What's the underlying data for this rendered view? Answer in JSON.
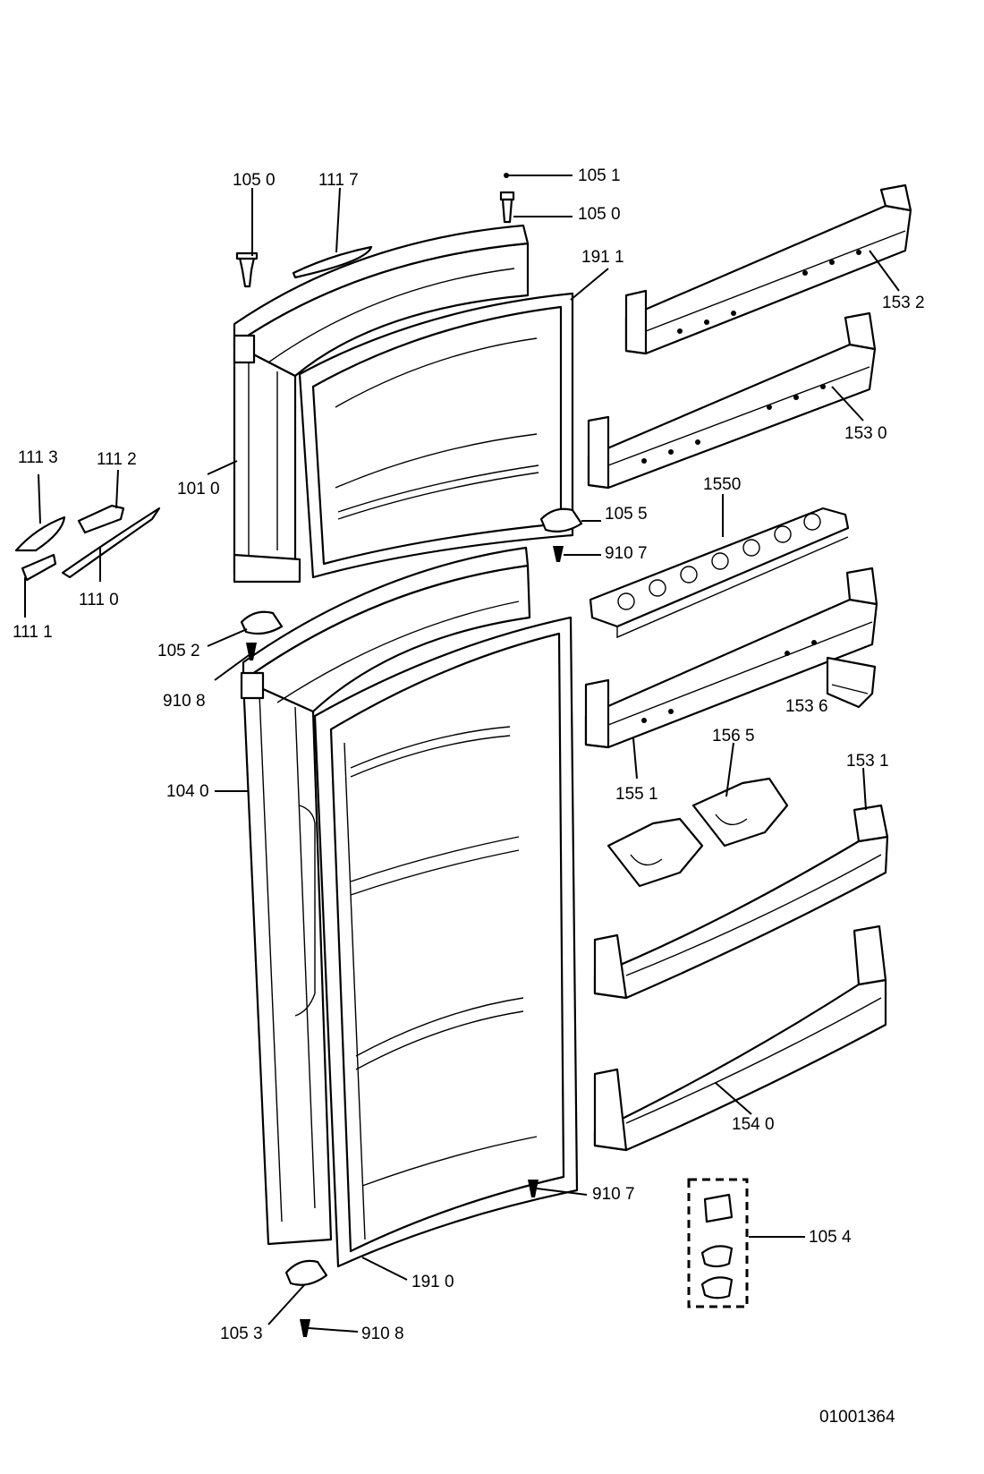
{
  "diagram": {
    "doc_number": "01001364",
    "labels": {
      "l_1050_top": "105 0",
      "l_1117": "111 7",
      "l_1051": "105 1",
      "l_1050_right": "105 0",
      "l_1911": "191 1",
      "l_1532": "153 2",
      "l_1530": "153 0",
      "l_1113": "111 3",
      "l_1112": "111 2",
      "l_1010": "101 0",
      "l_1110": "111 0",
      "l_1111": "111 1",
      "l_1550": "1550",
      "l_1055": "105 5",
      "l_9107_top": "910 7",
      "l_1052": "105 2",
      "l_9108_left": "910 8",
      "l_1536": "153 6",
      "l_1040": "104 0",
      "l_1565": "156 5",
      "l_1551": "155 1",
      "l_1531": "153 1",
      "l_1540": "154 0",
      "l_9107_bottom": "910 7",
      "l_1054": "105 4",
      "l_1910": "191 0",
      "l_1053": "105 3",
      "l_9108_bottom": "910 8"
    }
  }
}
